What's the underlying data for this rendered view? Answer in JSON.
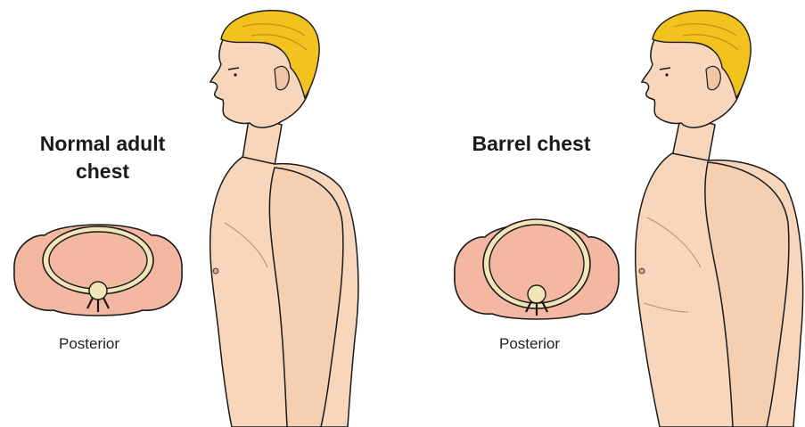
{
  "normal": {
    "title_line1": "Normal adult",
    "title_line2": "chest",
    "caption": "Posterior"
  },
  "barrel": {
    "title": "Barrel chest",
    "caption": "Posterior"
  },
  "colors": {
    "skin": "#f7d6bc",
    "skin_shadow": "#e9b99b",
    "hair": "#f2c21f",
    "hair_shadow": "#c9900f",
    "cross_section_fill": "#f4b8a2",
    "rib_ring": "#f2e6b8",
    "outline": "#1a1a1a"
  }
}
